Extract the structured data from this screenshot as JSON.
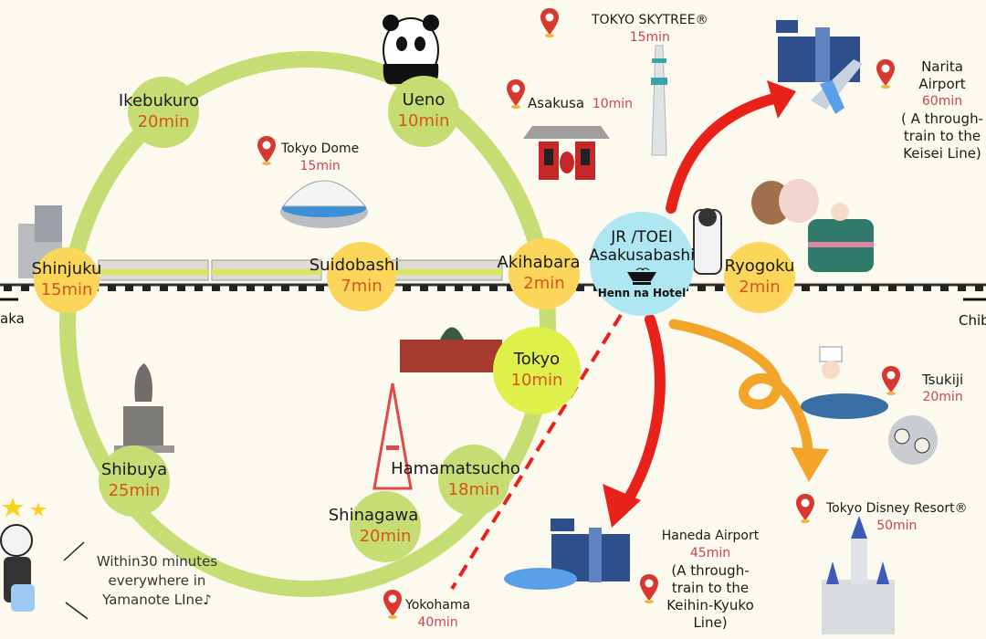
{
  "map": {
    "title": "Access from JR / TOEI Asakusabashi (Henn na Hotel)",
    "colors": {
      "yamanote_line": "#c5dd72",
      "background": "#fcf9ee",
      "time_text": "#d9531e",
      "poi_time_text": "#d0424b",
      "hotel_circle": "#aee6f2",
      "red_arrow": "#e8221b",
      "orange_arrow": "#f3a42a",
      "pin": "#d8382d"
    },
    "hotel": {
      "line1": "JR /TOEI",
      "line2": "Asakusabashi",
      "name": "Henn na Hotel",
      "icon": "hot-bowl-icon"
    },
    "rail_endpoints": {
      "west": "Osaka",
      "west_visible": "aka",
      "east": "Chiba",
      "east_visible": "Chib"
    },
    "stations": [
      {
        "name": "Ikebukuro",
        "time": "20min",
        "style": "green"
      },
      {
        "name": "Ueno",
        "time": "10min",
        "style": "green"
      },
      {
        "name": "Shinjuku",
        "time": "15min",
        "style": "yellow"
      },
      {
        "name": "Suidobashi",
        "time": "7min",
        "style": "yellow"
      },
      {
        "name": "Akihabara",
        "time": "2min",
        "style": "yellow"
      },
      {
        "name": "Tokyo",
        "time": "10min",
        "style": "lime"
      },
      {
        "name": "Shibuya",
        "time": "25min",
        "style": "green"
      },
      {
        "name": "Hamamatsucho",
        "time": "18min",
        "style": "green"
      },
      {
        "name": "Shinagawa",
        "time": "20min",
        "style": "green"
      },
      {
        "name": "Ryogoku",
        "time": "2min",
        "style": "yellow"
      }
    ],
    "places": [
      {
        "name": "TOKYO SKYTREE®",
        "time": "15min"
      },
      {
        "name": "Asakusa",
        "time": "10min"
      },
      {
        "name": "Tokyo Dome",
        "time": "15min"
      },
      {
        "name": "Narita Airport",
        "time": "60min",
        "note": "( A through-train to the Keisei Line)"
      },
      {
        "name": "Tsukiji",
        "time": "20min"
      },
      {
        "name": "Tokyo Disney Resort®",
        "time": "50min"
      },
      {
        "name": "Haneda Airport",
        "time": "45min",
        "note": "(A through-train to the Keihin-Kyuko Line)"
      },
      {
        "name": "Yokohama",
        "time": "40min"
      }
    ],
    "narita_lines": [
      "Narita",
      "Airport",
      "60min",
      "( A through-",
      "train to the",
      "Keisei Line)"
    ],
    "haneda_lines": [
      "Haneda Airport",
      "45min",
      "(A through-",
      "train to the",
      "Keihin-Kyuko",
      "Line)"
    ],
    "callout_lines": [
      "Within30 minutes",
      "everywhere in",
      "Yamanote LIne♪"
    ],
    "illustrations": [
      "panda",
      "tokyo-dome",
      "kaminarimon-gate",
      "skytree",
      "airport-narita",
      "sumo-wrestlers",
      "robot",
      "train",
      "tokyo-station-building",
      "tokyo-tower",
      "hachiko-statue",
      "office-building",
      "sushi-chef-tuna",
      "sushi-plate",
      "airport-haneda",
      "cinderella-castle",
      "robot-mascot",
      "stars"
    ]
  }
}
